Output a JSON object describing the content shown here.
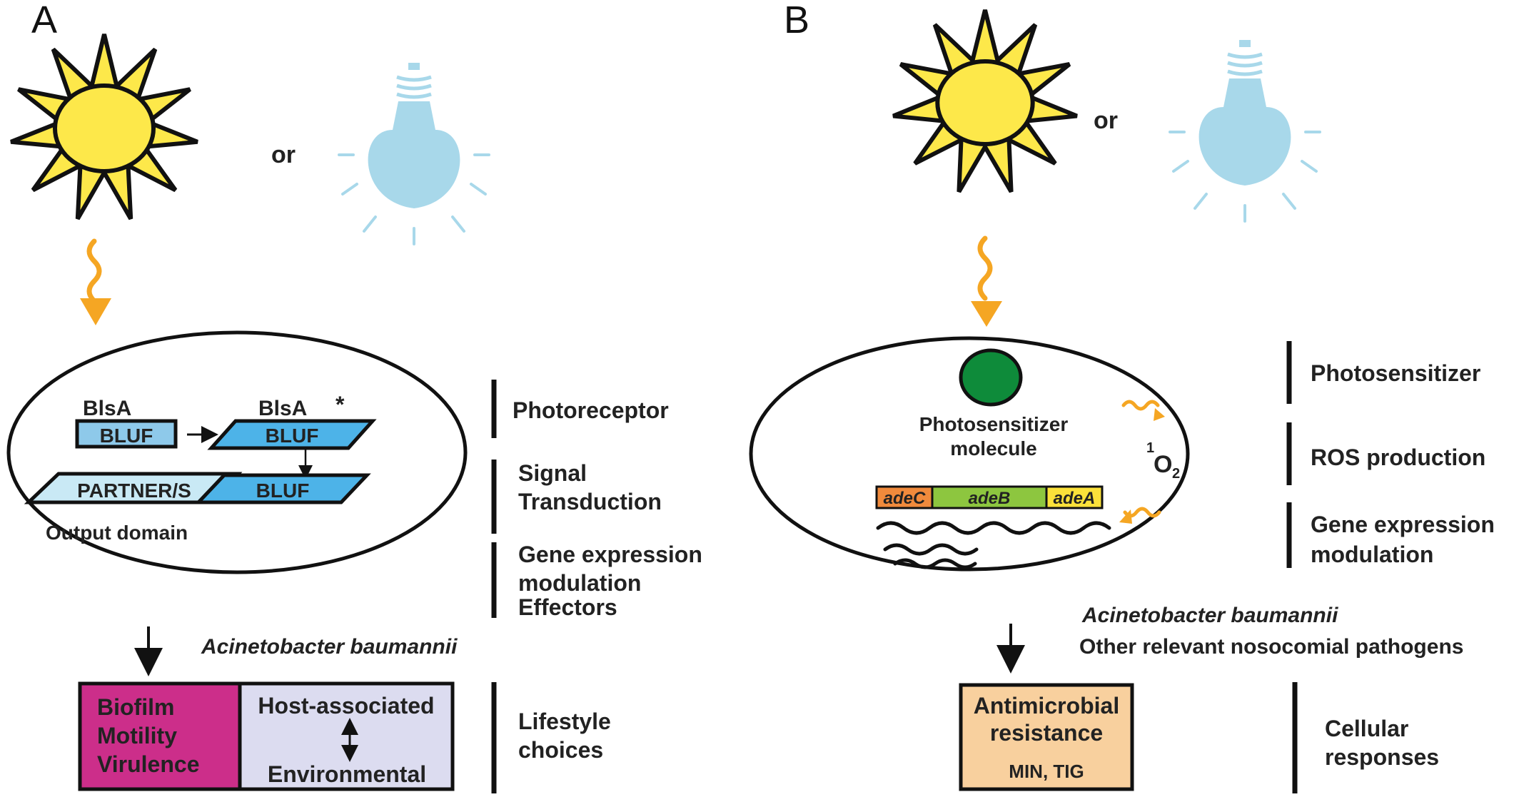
{
  "panel_a": {
    "letter": "A",
    "or_label": "or",
    "sun_icon": "sun-icon",
    "bulb_icon": "light-bulb-icon",
    "blsa": "BlsA",
    "blsa_active": "BlsA",
    "asterisk": "*",
    "bluf1": "BLUF",
    "bluf2": "BLUF",
    "bluf3": "BLUF",
    "partner": "PARTNER/S",
    "output_domain": "Output domain",
    "organism": "Acinetobacter baumannii",
    "box_left": [
      "Biofilm",
      "Motility",
      "Virulence"
    ],
    "box_right_top": "Host-associated",
    "box_right_bottom": "Environmental",
    "levels": [
      {
        "lines": [
          "Photoreceptor"
        ]
      },
      {
        "lines": [
          "Signal",
          "Transduction"
        ]
      },
      {
        "lines": [
          "Gene expression",
          "modulation",
          "Effectors"
        ]
      },
      {
        "lines": [
          "Lifestyle",
          "choices"
        ]
      }
    ],
    "colors": {
      "magenta": "#cc2e8a",
      "lavender": "#dcdcf0",
      "bluf_blue": "#4db3e8",
      "bluf_light": "#8ec9ea",
      "partner_blue": "#c9e9f5"
    }
  },
  "panel_b": {
    "letter": "B",
    "or_label": "or",
    "photosensitizer": [
      "Photosensitizer",
      "molecule"
    ],
    "singlet_sup": "1",
    "singlet_o": "O",
    "singlet_sub": "2",
    "genes": [
      "adeC",
      "adeB",
      "adeA"
    ],
    "organism": "Acinetobacter baumannii",
    "other_pathogens": "Other relevant nosocomial pathogens",
    "box_title": [
      "Antimicrobial",
      "resistance"
    ],
    "box_sub": "MIN, TIG",
    "levels": [
      {
        "lines": [
          "Photosensitizer"
        ]
      },
      {
        "lines": [
          "ROS production"
        ]
      },
      {
        "lines": [
          "Gene expression",
          "modulation"
        ]
      },
      {
        "lines": [
          "Cellular",
          "responses"
        ]
      }
    ],
    "colors": {
      "green": "#0e8b3a",
      "orange_box": "#f8d09e",
      "adeC": "#f08a3c",
      "adeB": "#8dc63f",
      "adeA": "#fbe13a"
    }
  },
  "colors": {
    "sun_yellow": "#fde84a",
    "bulb_blue": "#a8d8ea",
    "arrow_orange": "#f5a623"
  }
}
